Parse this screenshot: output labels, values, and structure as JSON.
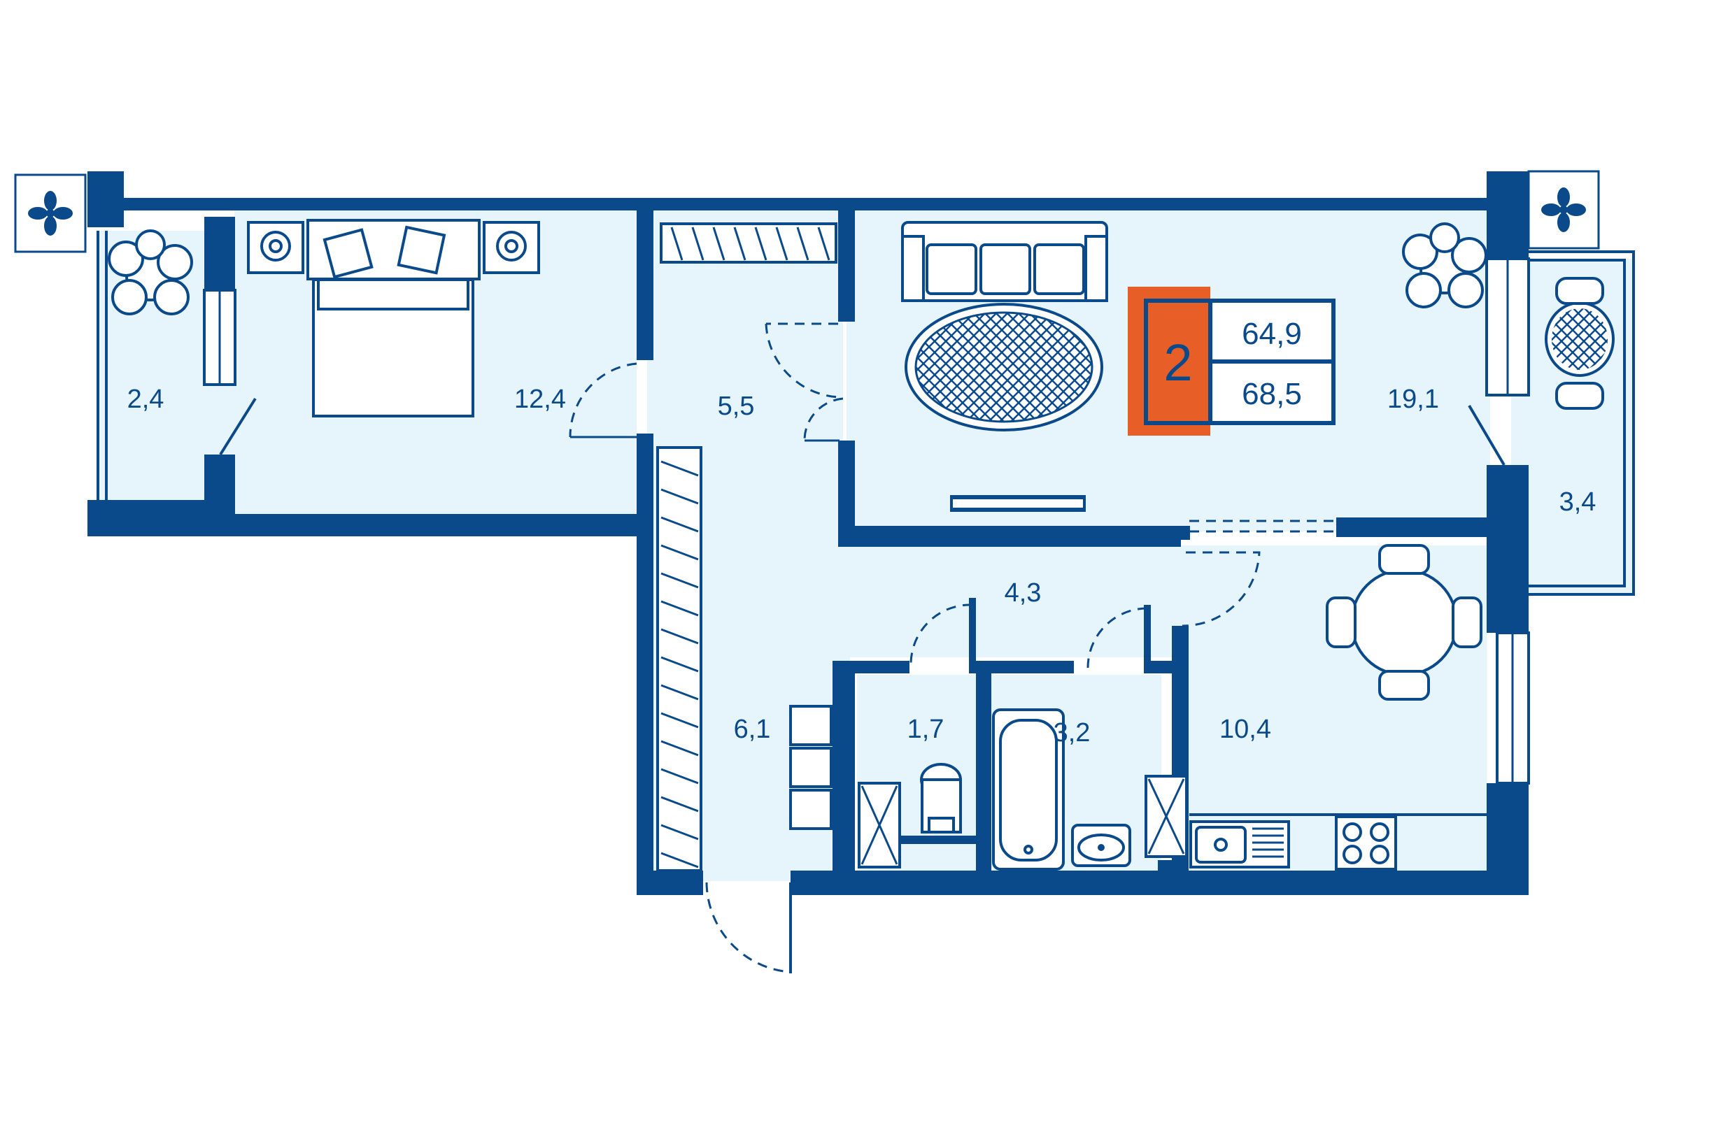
{
  "apartment": {
    "rooms_count": "2",
    "living_area": "64,9",
    "total_area": "68,5",
    "accent_color": "#e85e27",
    "wall_color": "#0b4a8a",
    "floor_color": "#e6f4fb"
  },
  "rooms": {
    "loggia_left": "2,4",
    "bedroom": "12,4",
    "corridor": "5,5",
    "living": "19,1",
    "balcony_right": "3,4",
    "hall_small": "4,3",
    "entry_hall": "6,1",
    "wc": "1,7",
    "bathroom": "3,2",
    "kitchen": "10,4"
  },
  "icons": [
    "ac-fan-icon",
    "plant-icon",
    "bed-icon",
    "sofa-icon",
    "rug-icon",
    "table-icon",
    "toilet-icon",
    "bathtub-icon",
    "sink-icon",
    "stove-icon",
    "wardrobe-icon"
  ]
}
